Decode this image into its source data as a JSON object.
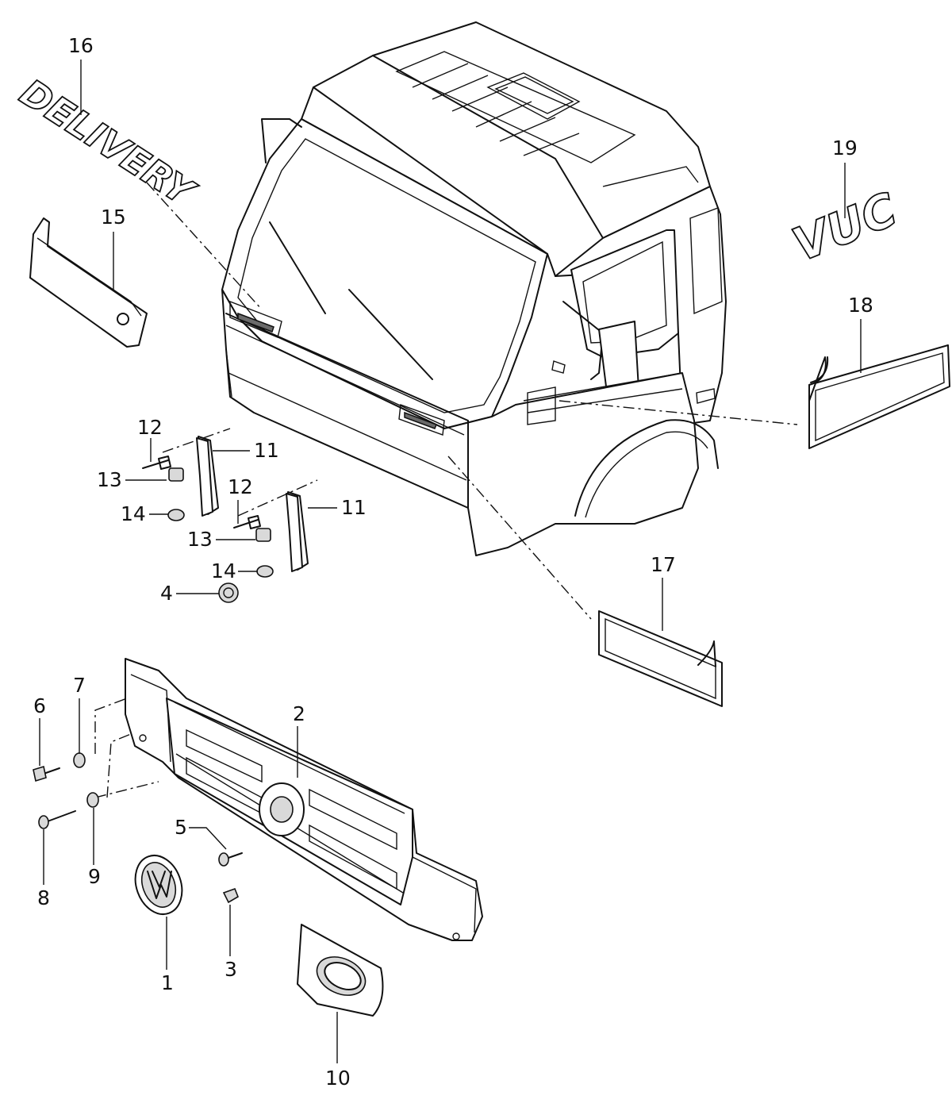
{
  "diagram": {
    "callouts": [
      {
        "id": "c1",
        "text": "1"
      },
      {
        "id": "c2",
        "text": "2"
      },
      {
        "id": "c3",
        "text": "3"
      },
      {
        "id": "c4",
        "text": "4"
      },
      {
        "id": "c5",
        "text": "5"
      },
      {
        "id": "c6",
        "text": "6"
      },
      {
        "id": "c7",
        "text": "7"
      },
      {
        "id": "c8",
        "text": "8"
      },
      {
        "id": "c9",
        "text": "9"
      },
      {
        "id": "c10",
        "text": "10"
      },
      {
        "id": "c11a",
        "text": "11"
      },
      {
        "id": "c11b",
        "text": "11"
      },
      {
        "id": "c12a",
        "text": "12"
      },
      {
        "id": "c12b",
        "text": "12"
      },
      {
        "id": "c13a",
        "text": "13"
      },
      {
        "id": "c13b",
        "text": "13"
      },
      {
        "id": "c14a",
        "text": "14"
      },
      {
        "id": "c14b",
        "text": "14"
      },
      {
        "id": "c15",
        "text": "15"
      },
      {
        "id": "c16",
        "text": "16"
      },
      {
        "id": "c17",
        "text": "17"
      },
      {
        "id": "c18",
        "text": "18"
      },
      {
        "id": "c19",
        "text": "19"
      }
    ],
    "emblems": {
      "delivery": "DELIVERY",
      "vuc": "VUC"
    }
  }
}
